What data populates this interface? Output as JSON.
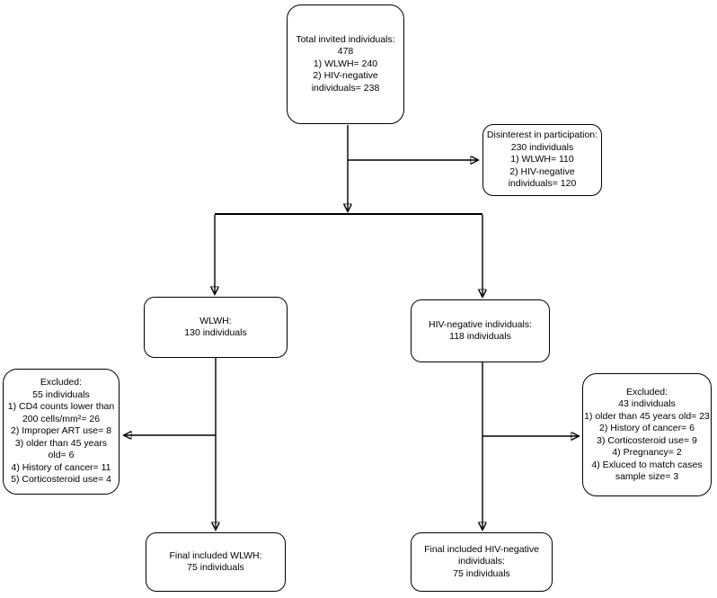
{
  "colors": {
    "stroke": "#000000",
    "fill": "#ffffff",
    "text": "#000000"
  },
  "nodes": {
    "total_invited": {
      "text": "Total invited individuals:\n478\n1) WLWH= 240\n2) HIV-negative\nindividuals= 238"
    },
    "disinterest": {
      "text": "Disinterest in participation:\n230 individuals\n1) WLWH= 110\n2) HIV-negative\nindividuals= 120"
    },
    "wlwh": {
      "text": "WLWH:\n130 individuals"
    },
    "hiv_negative": {
      "text": "HIV-negative individuals:\n118 individuals"
    },
    "excluded_wlwh": {
      "text": "Excluded:\n55 individuals\n1) CD4 counts lower than\n200 cells/mm²= 26\n2) Improper ART use= 8\n3) older than 45 years\nold= 6\n4) History of cancer= 11\n5) Corticosteroid use= 4"
    },
    "excluded_hiv": {
      "text": "Excluded:\n43 individuals\n1) older than 45 years old= 23\n2) History of cancer= 6\n3) Corticosteroid use= 9\n4) Pregnancy= 2\n4) Exluced to match cases\nsample size= 3"
    },
    "final_wlwh": {
      "text": "Final included WLWH:\n75 individuals"
    },
    "final_hiv": {
      "text": "Final included HIV-negative\nindividuals:\n75 individuals"
    }
  },
  "edges": [
    {
      "from": "total_invited",
      "to": "split_bar",
      "direction": "down"
    },
    {
      "from": "total_invited",
      "to": "disinterest",
      "direction": "right"
    },
    {
      "from": "split_bar",
      "to": "wlwh",
      "direction": "down"
    },
    {
      "from": "split_bar",
      "to": "hiv_negative",
      "direction": "down"
    },
    {
      "from": "wlwh",
      "to": "excluded_wlwh",
      "direction": "left"
    },
    {
      "from": "wlwh",
      "to": "final_wlwh",
      "direction": "down"
    },
    {
      "from": "hiv_negative",
      "to": "excluded_hiv",
      "direction": "right"
    },
    {
      "from": "hiv_negative",
      "to": "final_hiv",
      "direction": "down"
    }
  ]
}
